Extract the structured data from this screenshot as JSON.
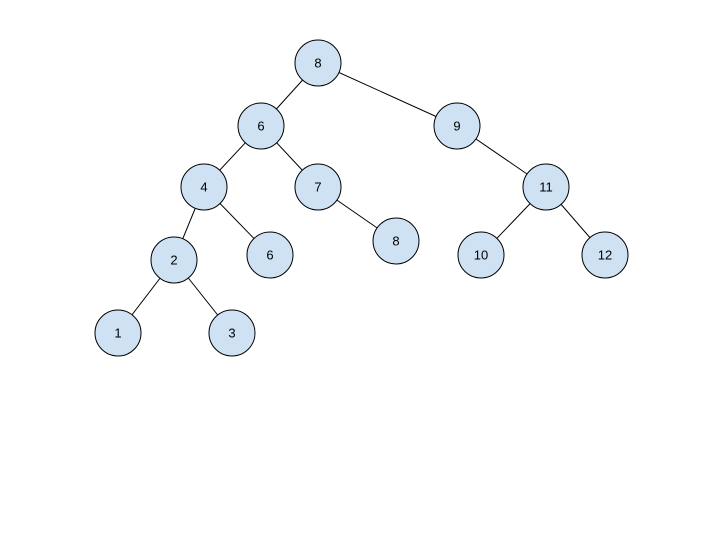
{
  "diagram": {
    "title": "Binary search tree",
    "fill_color": "#cfe2f3",
    "stroke_color": "#000000",
    "nodes": [
      {
        "id": "n8",
        "label": "8"
      },
      {
        "id": "n6",
        "label": "6"
      },
      {
        "id": "n9",
        "label": "9"
      },
      {
        "id": "n4",
        "label": "4"
      },
      {
        "id": "n7",
        "label": "7"
      },
      {
        "id": "n11",
        "label": "11"
      },
      {
        "id": "n8b",
        "label": "8"
      },
      {
        "id": "n2",
        "label": "2"
      },
      {
        "id": "n6b",
        "label": "6"
      },
      {
        "id": "n10",
        "label": "10"
      },
      {
        "id": "n12",
        "label": "12"
      },
      {
        "id": "n1",
        "label": "1"
      },
      {
        "id": "n3",
        "label": "3"
      }
    ],
    "edges": [
      [
        "n8",
        "n6"
      ],
      [
        "n8",
        "n9"
      ],
      [
        "n6",
        "n4"
      ],
      [
        "n6",
        "n7"
      ],
      [
        "n9",
        "n11"
      ],
      [
        "n7",
        "n8b"
      ],
      [
        "n4",
        "n2"
      ],
      [
        "n4",
        "n6b"
      ],
      [
        "n11",
        "n10"
      ],
      [
        "n11",
        "n12"
      ],
      [
        "n2",
        "n1"
      ],
      [
        "n2",
        "n3"
      ]
    ]
  }
}
